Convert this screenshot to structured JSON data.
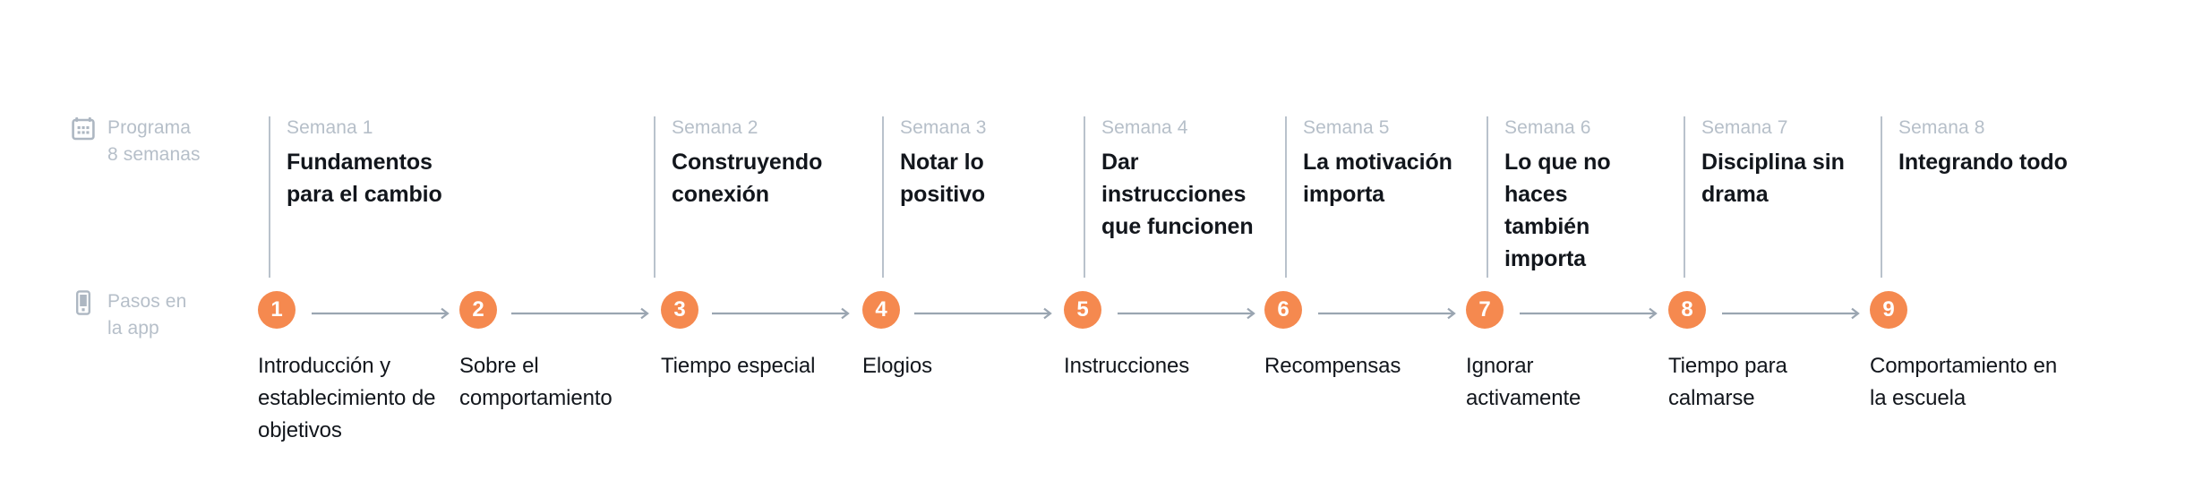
{
  "theme": {
    "accent": "#f5894f",
    "muted_text": "#b6bfc9",
    "divider": "#b9c2cc",
    "body_text": "#12161c",
    "background": "#ffffff",
    "connector": "#9aa5b1"
  },
  "rails": [
    {
      "icon": "calendar-icon",
      "line1": "Programa",
      "line2": "8 semanas"
    },
    {
      "icon": "mobile-phone-icon",
      "line1": "Pasos en",
      "line2": "la app"
    }
  ],
  "weeks": [
    {
      "eyebrow": "Semana 1",
      "title": "Fundamentos para el cambio"
    },
    {
      "eyebrow": "Semana 2",
      "title": "Construyendo conexión"
    },
    {
      "eyebrow": "Semana 3",
      "title": "Notar lo positivo"
    },
    {
      "eyebrow": "Semana 4",
      "title": "Dar instrucciones que funcionen"
    },
    {
      "eyebrow": "Semana 5",
      "title": "La motivación importa"
    },
    {
      "eyebrow": "Semana 6",
      "title": "Lo que no haces también importa"
    },
    {
      "eyebrow": "Semana 7",
      "title": "Disciplina sin drama"
    },
    {
      "eyebrow": "Semana 8",
      "title": "Integrando todo"
    }
  ],
  "steps": [
    {
      "number": "1",
      "label": "Introducción y establecimiento de objetivos"
    },
    {
      "number": "2",
      "label": "Sobre el comportamiento"
    },
    {
      "number": "3",
      "label": "Tiempo especial"
    },
    {
      "number": "4",
      "label": "Elogios"
    },
    {
      "number": "5",
      "label": "Instrucciones"
    },
    {
      "number": "6",
      "label": "Recompensas"
    },
    {
      "number": "7",
      "label": "Ignorar activamente"
    },
    {
      "number": "8",
      "label": "Tiempo para calmarse"
    },
    {
      "number": "9",
      "label": "Comportamiento en la escuela"
    }
  ]
}
